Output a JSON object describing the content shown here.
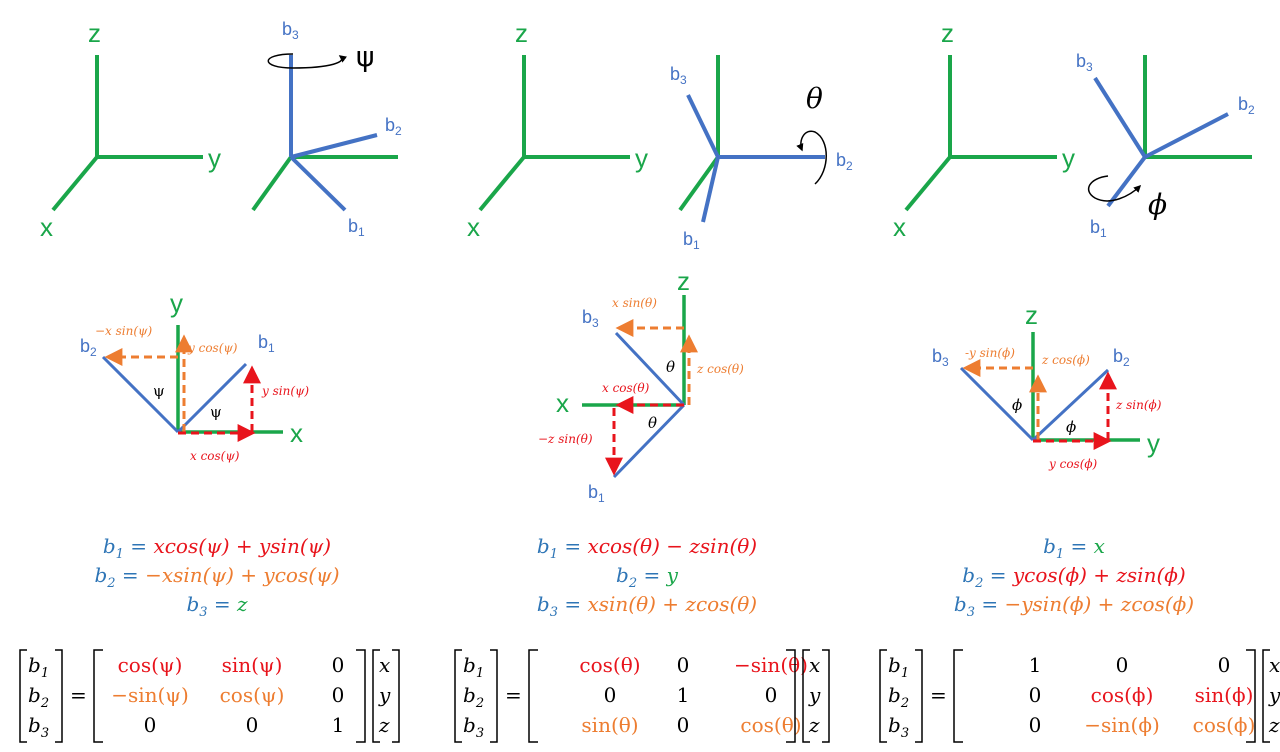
{
  "frames": [
    {
      "axes": {
        "x": "x",
        "y": "y",
        "z": "z"
      },
      "body_axes": {
        "b1": "b",
        "b1_sub": "1",
        "b2": "b",
        "b2_sub": "2",
        "b3": "b",
        "b3_sub": "3"
      },
      "rotation_symbol": "ψ",
      "projection": {
        "axis_vertical": "y",
        "axis_horizontal": "x",
        "b_left": "b",
        "b_left_sub": "2",
        "b_right": "b",
        "b_right_sub": "1",
        "angle_1": "ψ",
        "angle_2": "ψ",
        "comp_top_left": "−x sin(ψ)",
        "comp_top_mid": "y cos(ψ)",
        "comp_right": "y sin(ψ)",
        "comp_bottom": "x cos(ψ)"
      },
      "equations": [
        "b",
        "1",
        " = ",
        "xcos(ψ) + ysin(ψ)",
        "b",
        "2",
        " = ",
        "−xsin(ψ) +  ycos(ψ)",
        "b",
        "3",
        " = ",
        "z"
      ],
      "matrix": {
        "lhs": [
          "b1",
          "b2",
          "b3"
        ],
        "rows": [
          [
            "cos(ψ)",
            "sin(ψ)",
            "0"
          ],
          [
            "−sin(ψ)",
            "cos(ψ)",
            "0"
          ],
          [
            "0",
            "0",
            "1"
          ]
        ],
        "rhs": [
          "x",
          "y",
          "z"
        ]
      }
    },
    {
      "axes": {
        "x": "x",
        "y": "y",
        "z": "z"
      },
      "body_axes": {
        "b1": "b",
        "b1_sub": "1",
        "b2": "b",
        "b2_sub": "2",
        "b3": "b",
        "b3_sub": "3"
      },
      "rotation_symbol": "θ",
      "projection": {
        "axis_vertical": "z",
        "axis_horizontal": "x",
        "b_top": "b",
        "b_top_sub": "3",
        "b_bottom": "b",
        "b_bottom_sub": "1",
        "angle_1": "θ",
        "angle_2": "θ",
        "comp_top": "x sin(θ)",
        "comp_right": "z cos(θ)",
        "comp_mid": "x cos(θ)",
        "comp_left": "−z sin(θ)"
      },
      "equations": [
        "b",
        "1",
        " = ",
        "xcos(θ) − zsin(θ)",
        "b",
        "2",
        " = ",
        "y",
        "b",
        "3",
        " = ",
        "xsin(θ) + zcos(θ)"
      ],
      "matrix": {
        "lhs": [
          "b1",
          "b2",
          "b3"
        ],
        "rows": [
          [
            "cos(θ)",
            "0",
            "−sin(θ)"
          ],
          [
            "0",
            "1",
            "0"
          ],
          [
            "sin(θ)",
            "0",
            "cos(θ)"
          ]
        ],
        "rhs": [
          "x",
          "y",
          "z"
        ]
      }
    },
    {
      "axes": {
        "x": "x",
        "y": "y",
        "z": "z"
      },
      "body_axes": {
        "b1": "b",
        "b1_sub": "1",
        "b2": "b",
        "b2_sub": "2",
        "b3": "b",
        "b3_sub": "3"
      },
      "rotation_symbol": "ϕ",
      "projection": {
        "axis_vertical": "z",
        "axis_horizontal": "y",
        "b_left": "b",
        "b_left_sub": "3",
        "b_right": "b",
        "b_right_sub": "2",
        "angle_1": "ϕ",
        "angle_2": "ϕ",
        "comp_top_left": "-y sin(ϕ)",
        "comp_top_mid": "z cos(ϕ)",
        "comp_right": "z sin(ϕ)",
        "comp_bottom": "y cos(ϕ)"
      },
      "equations": [
        "b",
        "1",
        " = ",
        "x",
        "b",
        "2",
        " = ",
        "ycos(ϕ) + zsin(ϕ)",
        "b",
        "3",
        " = ",
        "−ysin(ϕ) + zcos(ϕ)"
      ],
      "matrix": {
        "lhs": [
          "b1",
          "b2",
          "b3"
        ],
        "rows": [
          [
            "1",
            "0",
            "0"
          ],
          [
            "0",
            "cos(ϕ)",
            "sin(ϕ)"
          ],
          [
            "0",
            "−sin(ϕ)",
            "cos(ϕ)"
          ]
        ],
        "rhs": [
          "x",
          "y",
          "z"
        ]
      }
    }
  ],
  "colors": {
    "inertial_axis": "#1aa64a",
    "body_axis": "#4472c4",
    "red": "#e8141c",
    "orange": "#ed7d31"
  }
}
